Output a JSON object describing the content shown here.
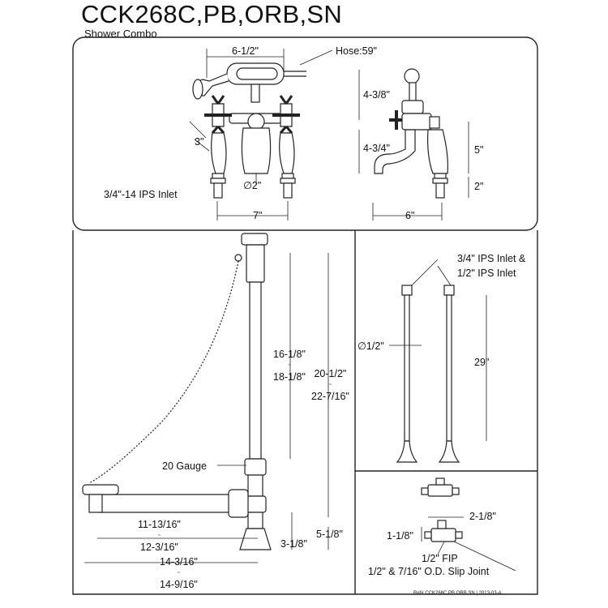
{
  "header": {
    "model": "CCK268C,PB,ORB,SN",
    "subtitle": "Shower Combo"
  },
  "faucet_front": {
    "width_top": "6-1/2\"",
    "hose": "Hose:59\"",
    "handle_height": "3\"",
    "diameter": "2\"",
    "inlet": "3/4\"-14 IPS Inlet",
    "center": "7\""
  },
  "faucet_side": {
    "top_height": "4-3/8\"",
    "mid_height": "4-3/4\"",
    "spout_height": "5\"",
    "base_height": "2\"",
    "reach": "6\""
  },
  "drain": {
    "height_a": "16-1/8\"",
    "height_b": "18-1/8\"",
    "total_a": "20-1/2\"",
    "total_b": "22-7/16\"",
    "gauge": "20 Gauge",
    "width_a": "11-13/16\"",
    "width_b": "12-3/16\"",
    "overall_a": "14-3/16\"",
    "overall_b": "14-9/16\"",
    "tee_height": "3-1/8\"",
    "bottom_height": "5-1/8\""
  },
  "supply": {
    "inlet_line1": "3/4\" IPS Inlet &",
    "inlet_line2": "1/2\" IPS Inlet",
    "diameter": "1/2\"",
    "length": "29\""
  },
  "valve": {
    "width": "2-1/8\"",
    "height": "1-1/8\"",
    "fip": "1/2\" FIP",
    "slip": "1/2\" & 7/16\" O.D. Slip Joint"
  },
  "footer": {
    "ref": "Ref# CCK268C,PB,ORB,SN | 2013-03-A"
  }
}
